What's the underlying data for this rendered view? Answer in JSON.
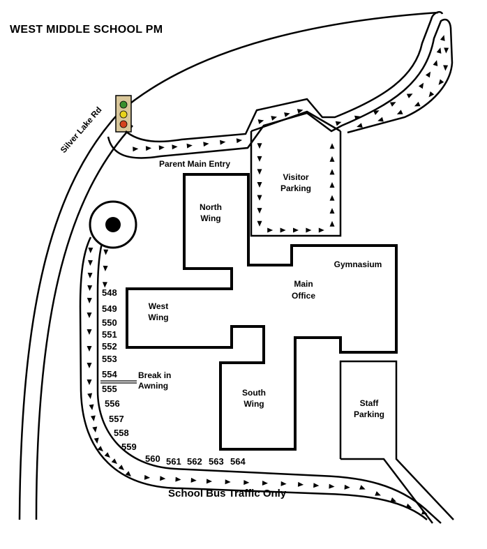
{
  "title": "WEST MIDDLE SCHOOL PM",
  "roads": {
    "silver_lake": "Silver Lake Rd",
    "parent_entry": "Parent Main Entry",
    "bus_only": "School Bus Traffic Only"
  },
  "buildings": {
    "north_wing": [
      "North",
      "Wing"
    ],
    "west_wing": [
      "West",
      "Wing"
    ],
    "main_office": [
      "Main",
      "Office"
    ],
    "gymnasium": "Gymnasium",
    "south_wing": [
      "South",
      "Wing"
    ]
  },
  "parking": {
    "visitor": [
      "Visitor",
      "Parking"
    ],
    "staff": [
      "Staff",
      "Parking"
    ]
  },
  "bus_stops": [
    "548",
    "549",
    "550",
    "551",
    "552",
    "553",
    "554",
    "555",
    "556",
    "557",
    "558",
    "559",
    "560",
    "561",
    "562",
    "563",
    "564"
  ],
  "awning_note": [
    "Break in",
    "Awning"
  ],
  "colors": {
    "ink": "#000000",
    "paper": "#ffffff",
    "light_red": "#d4421e",
    "light_yellow": "#e8d21a",
    "light_green": "#3a8f2e"
  }
}
